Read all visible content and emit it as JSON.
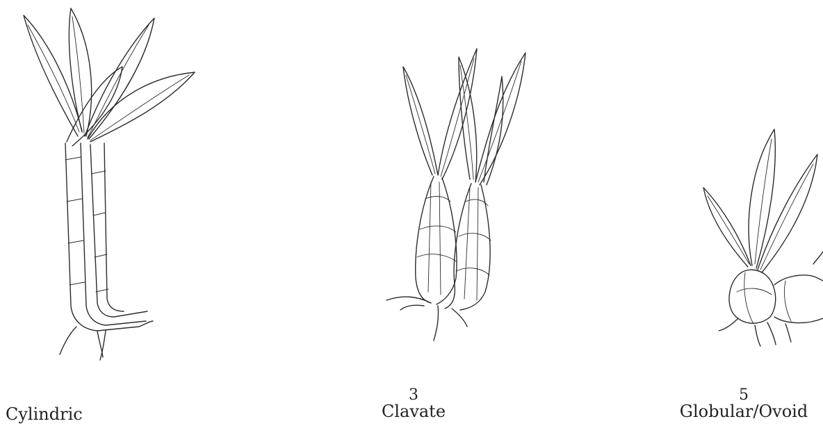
{
  "figure": {
    "panels": [
      {
        "number": "",
        "label": "Cylindric"
      },
      {
        "number": "3",
        "label": "Clavate"
      },
      {
        "number": "5",
        "label": "Globular/Ovoid"
      }
    ]
  },
  "colors": {
    "ink": "#2b2b2b",
    "background": "#ffffff"
  }
}
